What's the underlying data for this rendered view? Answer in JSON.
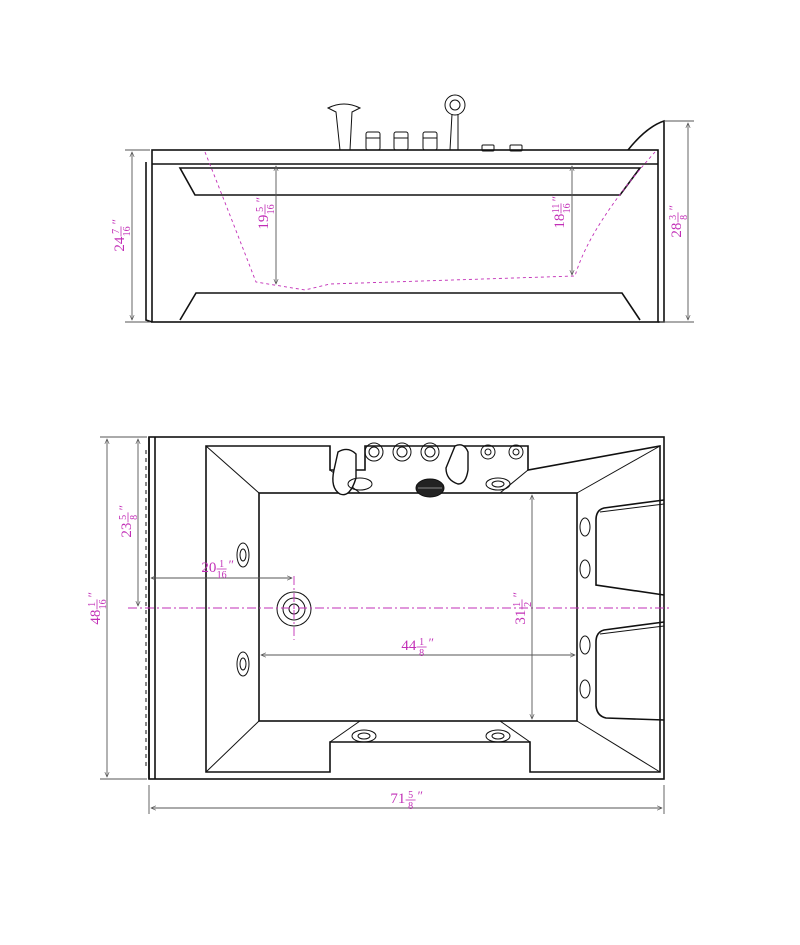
{
  "colors": {
    "line": "#111111",
    "dimension_line": "#555555",
    "dimension_text": "#c22fb7",
    "hidden_line": "#c22fb7",
    "center_line": "#c22fb7"
  },
  "side_view": {
    "dimensions": {
      "outer_height": {
        "whole": "24",
        "num": "7",
        "den": "16",
        "mark": "″"
      },
      "left_depth": {
        "whole": "19",
        "num": "5",
        "den": "16",
        "mark": "″"
      },
      "right_depth": {
        "whole": "18",
        "num": "11",
        "den": "16",
        "mark": "″"
      },
      "headrest_height": {
        "whole": "28",
        "num": "3",
        "den": "8",
        "mark": "″"
      }
    }
  },
  "top_view": {
    "dimensions": {
      "drain_offset_x": {
        "whole": "20",
        "num": "1",
        "den": "16",
        "mark": "″"
      },
      "drain_offset_y": {
        "whole": "23",
        "num": "5",
        "den": "8",
        "mark": "″"
      },
      "overall_width": {
        "whole": "48",
        "num": "1",
        "den": "16",
        "mark": "″"
      },
      "inner_length": {
        "whole": "44",
        "num": "1",
        "den": "8",
        "mark": "″"
      },
      "inner_width": {
        "whole": "31",
        "num": "1",
        "den": "2",
        "mark": "″"
      },
      "overall_length": {
        "whole": "71",
        "num": "5",
        "den": "8",
        "mark": "″"
      }
    }
  }
}
